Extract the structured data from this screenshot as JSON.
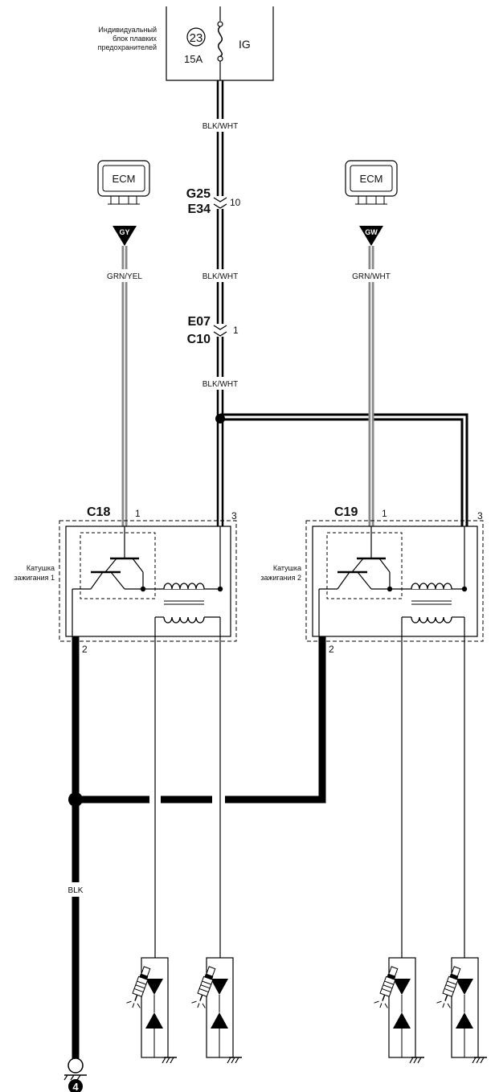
{
  "fuse_box": {
    "title_lines": [
      "Индивидуальный",
      "блок плавких",
      "предохранителей"
    ],
    "fuse_number": "23",
    "fuse_rating": "15A",
    "circuit": "IG"
  },
  "ecm_left": {
    "label": "ECM",
    "pin": "GY"
  },
  "ecm_right": {
    "label": "ECM",
    "pin": "GW"
  },
  "wires": {
    "w1": "BLK/WHT",
    "w2": "BLK/WHT",
    "w3": "BLK/WHT",
    "left_signal": "GRN/YEL",
    "right_signal": "GRN/WHT",
    "ground": "BLK"
  },
  "connectors": {
    "g25": "G25",
    "e34": "E34",
    "pin_10": "10",
    "e07": "E07",
    "c10": "C10",
    "pin_1": "1"
  },
  "coil1": {
    "connector": "C18",
    "pin_a": "1",
    "pin_b": "3",
    "pin_c": "2",
    "label_lines": [
      "Катушка",
      "зажигания 1"
    ]
  },
  "coil2": {
    "connector": "C19",
    "pin_a": "1",
    "pin_b": "3",
    "pin_c": "2",
    "label_lines": [
      "Катушка",
      "зажигания 2"
    ]
  },
  "ground_point": "4"
}
